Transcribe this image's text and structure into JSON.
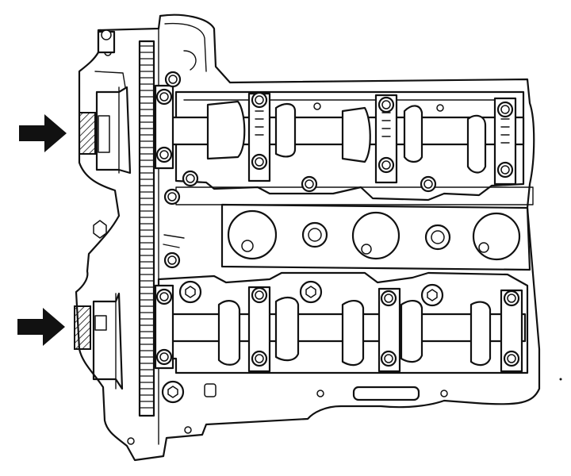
{
  "figure": {
    "subject_icon": "camshaft-cylinder-head-line-drawing",
    "markers": [
      {
        "name": "arrow-icon",
        "points_to": "intake-camshaft-sprocket-mark"
      },
      {
        "name": "arrow-icon",
        "points_to": "exhaust-camshaft-sprocket-mark"
      }
    ],
    "colors": {
      "line": "#111111",
      "background": "#ffffff"
    }
  }
}
